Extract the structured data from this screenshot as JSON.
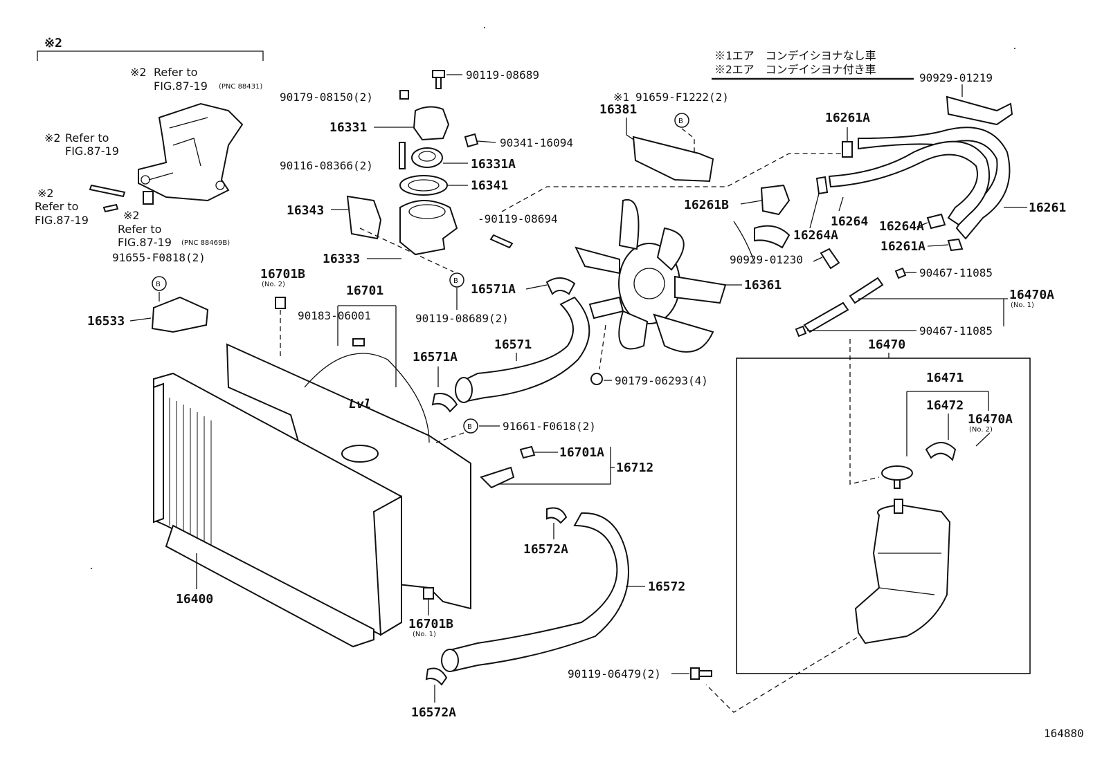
{
  "diagram_id": "164880",
  "legend": {
    "note1": "※1エア　コンデイシヨナなし車",
    "note2": "※2エア　コンデイシヨナ付き車"
  },
  "bracket_marker": "※2",
  "refs": {
    "r1_mark": "※2",
    "r1_a": "Refer to",
    "r1_b": "FIG.87-19",
    "r1_c": "(PNC 88431)",
    "r2_mark": "※2",
    "r2_a": "Refer to",
    "r2_b": "FIG.87-19",
    "r3_mark": "※2",
    "r3_a": "Refer to",
    "r3_b": "FIG.87-19",
    "r4_mark": "※2",
    "r4_a": "Refer to",
    "r4_b": "FIG.87-19",
    "r4_c": "(PNC 88469B)"
  },
  "circle_mark": "B",
  "labels": {
    "p90119_08689a": "90119-08689",
    "p90179_08150": "90179-08150(2)",
    "p16331": "16331",
    "p90341_16094": "90341-16094",
    "p90116_08366": "90116-08366(2)",
    "p16331A": "16331A",
    "p16341": "16341",
    "p16343": "16343",
    "p90119_08694": "-90119-08694",
    "p16333": "16333",
    "p90119_08689b": "90119-08689(2)",
    "p91659_mark": "※1",
    "p91659": "91659-F1222(2)",
    "p16381": "16381",
    "p16261A_top": "16261A",
    "p90929_01219": "90929-01219",
    "p16261B": "16261B",
    "p16264": "16264",
    "p16261": "16261",
    "p16264A_r": "16264A",
    "p16264A_l": "16264A",
    "p16261A_mid": "16261A",
    "p90929_01230": "90929-01230",
    "p90467_a": "90467-11085",
    "p90467_b": "90467-11085",
    "p16470A_1": "16470A",
    "p16470A_1n": "(No. 1)",
    "p16470": "16470",
    "p16471": "16471",
    "p16472": "16472",
    "p16470A_2": "16470A",
    "p16470A_2n": "(No. 2)",
    "p16361": "16361",
    "p16571A_a": "16571A",
    "p16571": "16571",
    "p16571A_b": "16571A",
    "p90179_06293": "90179-06293(4)",
    "p91661": "91661-F0618(2)",
    "p16701A": "16701A",
    "p16712": "16712",
    "p16701B_top": "16701B",
    "p16701B_topn": "(No. 2)",
    "p16701": "16701",
    "p90183_06001": "90183-06001",
    "p16533": "16533",
    "p91655": "91655-F0818(2)",
    "p16400": "16400",
    "p16701B_bot": "16701B",
    "p16701B_botn": "(No. 1)",
    "p16572A_a": "16572A",
    "p16572": "16572",
    "p16572A_b": "16572A",
    "p90119_06479": "90119-06479(2)"
  }
}
